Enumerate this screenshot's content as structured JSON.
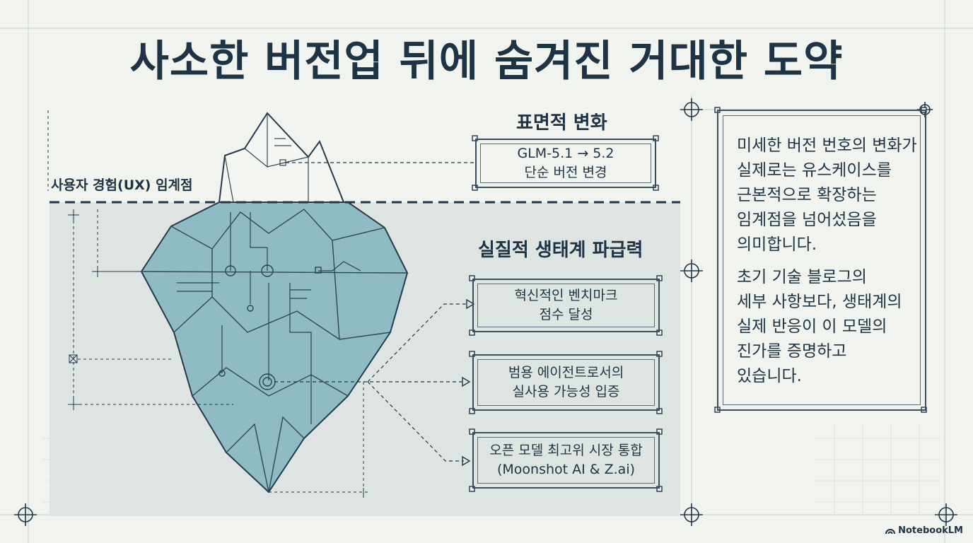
{
  "title": "사소한 버전업 뒤에 숨겨진 거대한 도약",
  "ux_threshold_label": "사용자 경험(UX) 임계점",
  "surface": {
    "heading": "표면적 변화",
    "box_lines": [
      "GLM-5.1 → 5.2",
      "단순 버전 변경"
    ]
  },
  "ecosystem": {
    "heading": "실질적 생태계 파급력",
    "items": [
      {
        "lines": [
          "혁신적인 벤치마크",
          "점수 달성"
        ]
      },
      {
        "lines": [
          "범용 에이전트로서의",
          "실사용 가능성 입증"
        ]
      },
      {
        "lines": [
          "오픈 모델 최고위 시장 통합",
          "(Moonshot AI & Z.ai)"
        ]
      }
    ]
  },
  "side_panel": {
    "paragraph1": "미세한 버전 번호의 변화가\n실제로는 유스케이스를\n근본적으로 확장하는\n임계점을 넘어섰음을\n의미합니다.",
    "paragraph2": "초기 기술 블로그의\n세부 사항보다, 생태계의\n실제 반응이 이 모델의\n진가를 증명하고\n있습니다."
  },
  "brand": "NotebookLM",
  "colors": {
    "background": "#f1f3ee",
    "ink": "#1e3344",
    "water": "#dde4e2",
    "ice_underwater": "#8fbcc4",
    "ice_top": "#f4f6f2"
  }
}
